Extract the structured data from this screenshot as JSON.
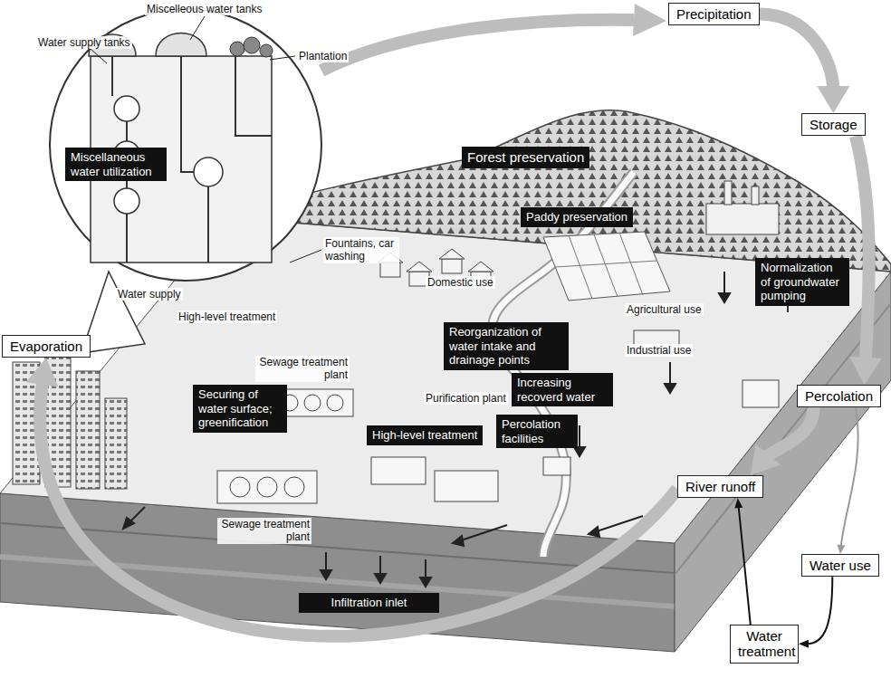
{
  "diagram": {
    "nodes": [
      {
        "text": [
          "Precipitation"
        ]
      },
      {
        "text": [
          "Forest preservation"
        ]
      },
      {
        "text": [
          "Storage"
        ]
      },
      {
        "text": [
          "Miscellaneous water utilization"
        ]
      },
      {
        "text": [
          "Paddy preservation"
        ]
      },
      {
        "text": [
          "Normalization of groundwater pumping"
        ]
      },
      {
        "text": [
          "Reorganization of water intake and drainage points"
        ]
      },
      {
        "text": [
          "Increasing recoverd water"
        ]
      },
      {
        "text": [
          "Evaporation"
        ]
      },
      {
        "text": [
          "Securing of water surface; greenification"
        ]
      },
      {
        "text": [
          "High-level treatment"
        ]
      },
      {
        "text": [
          "Percolation facilities"
        ]
      },
      {
        "text": [
          "Percolation"
        ]
      },
      {
        "text": [
          "River runoff"
        ]
      },
      {
        "text": [
          "Infiltration inlet"
        ]
      },
      {
        "text": [
          "Water use"
        ]
      },
      {
        "text": [
          "Water treatment"
        ]
      }
    ],
    "edges": [
      {
        "from": 0,
        "to": 2,
        "arrow": "to"
      },
      {
        "from": 2,
        "to": 12,
        "arrow": "to"
      },
      {
        "from": 12,
        "to": 13,
        "arrow": "to"
      },
      {
        "from": 12,
        "to": 15,
        "arrow": "to"
      },
      {
        "from": 15,
        "to": 16,
        "arrow": "to"
      },
      {
        "from": 16,
        "to": 13,
        "arrow": "to"
      },
      {
        "from": 13,
        "to": 8,
        "arrow": "to"
      }
    ],
    "labels": [
      "Miscelleous water tanks",
      "Water supply tanks",
      "Plantation",
      "Fountains, car washing",
      "Domestic use",
      "Water supply",
      "High-level treatment",
      "Agricultural use",
      "Industrial use",
      "Sewage treatment plant",
      "Purification plant",
      "Sewage treatment plant"
    ]
  }
}
